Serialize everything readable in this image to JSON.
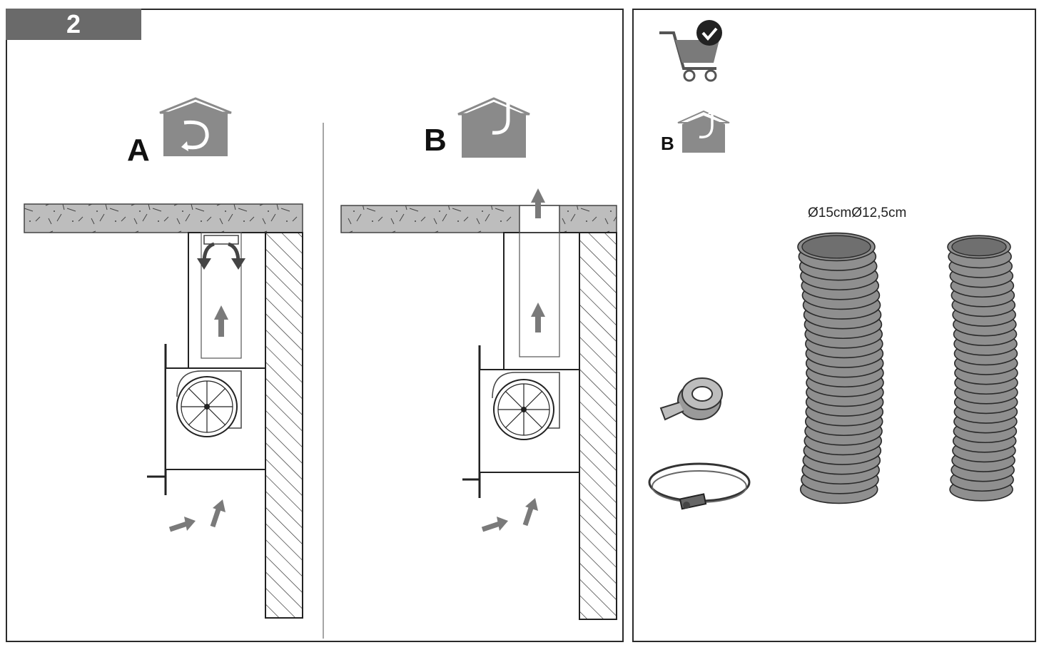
{
  "step": {
    "number": "2"
  },
  "variants": {
    "a": {
      "letter": "A",
      "icon": "recirculation-house-icon"
    },
    "b": {
      "letter": "B",
      "icon": "extraction-house-icon"
    }
  },
  "accessories": {
    "cart_icon": "cart-check-icon",
    "variant_letter": "B",
    "variant_icon": "extraction-house-icon",
    "diameter_label": "Ø15cmØ12,5cm",
    "items": [
      "adhesive-tape-icon",
      "hose-clamp-icon",
      "flexible-duct-150-icon",
      "flexible-duct-125-icon"
    ]
  },
  "colors": {
    "icon_gray": "#8a8a8a",
    "badge": "#6a6a6a",
    "line": "#222222",
    "arrow": "#7a7a7a"
  }
}
